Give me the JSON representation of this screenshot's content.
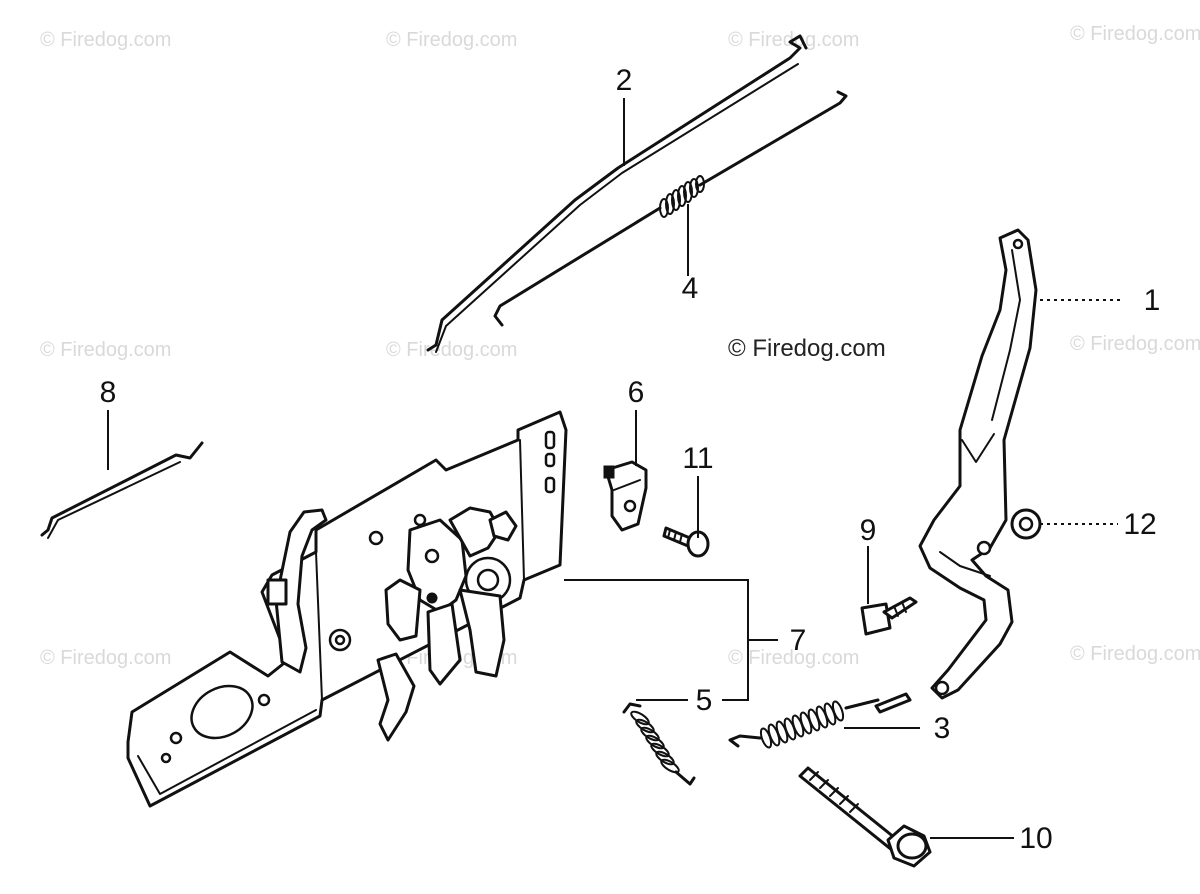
{
  "watermark": {
    "tiled_text": "© Firedog.com",
    "center_text": "© Firedog.com"
  },
  "callouts": [
    {
      "id": "1",
      "label": "1",
      "part": "throttle-lever"
    },
    {
      "id": "2",
      "label": "2",
      "part": "governor-rod"
    },
    {
      "id": "3",
      "label": "3",
      "part": "governor-spring"
    },
    {
      "id": "4",
      "label": "4",
      "part": "rod-return-spring"
    },
    {
      "id": "5",
      "label": "5",
      "part": "return-spring"
    },
    {
      "id": "6",
      "label": "6",
      "part": "cable-clamp"
    },
    {
      "id": "7",
      "label": "7",
      "part": "control-base-assembly"
    },
    {
      "id": "8",
      "label": "8",
      "part": "choke-rod"
    },
    {
      "id": "9",
      "label": "9",
      "part": "lock-nut"
    },
    {
      "id": "10",
      "label": "10",
      "part": "flange-bolt"
    },
    {
      "id": "11",
      "label": "11",
      "part": "tapping-screw"
    },
    {
      "id": "12",
      "label": "12",
      "part": "flange-nut"
    }
  ],
  "colors": {
    "line": "#111111",
    "background": "#ffffff",
    "watermark": "#d9d9d9"
  }
}
